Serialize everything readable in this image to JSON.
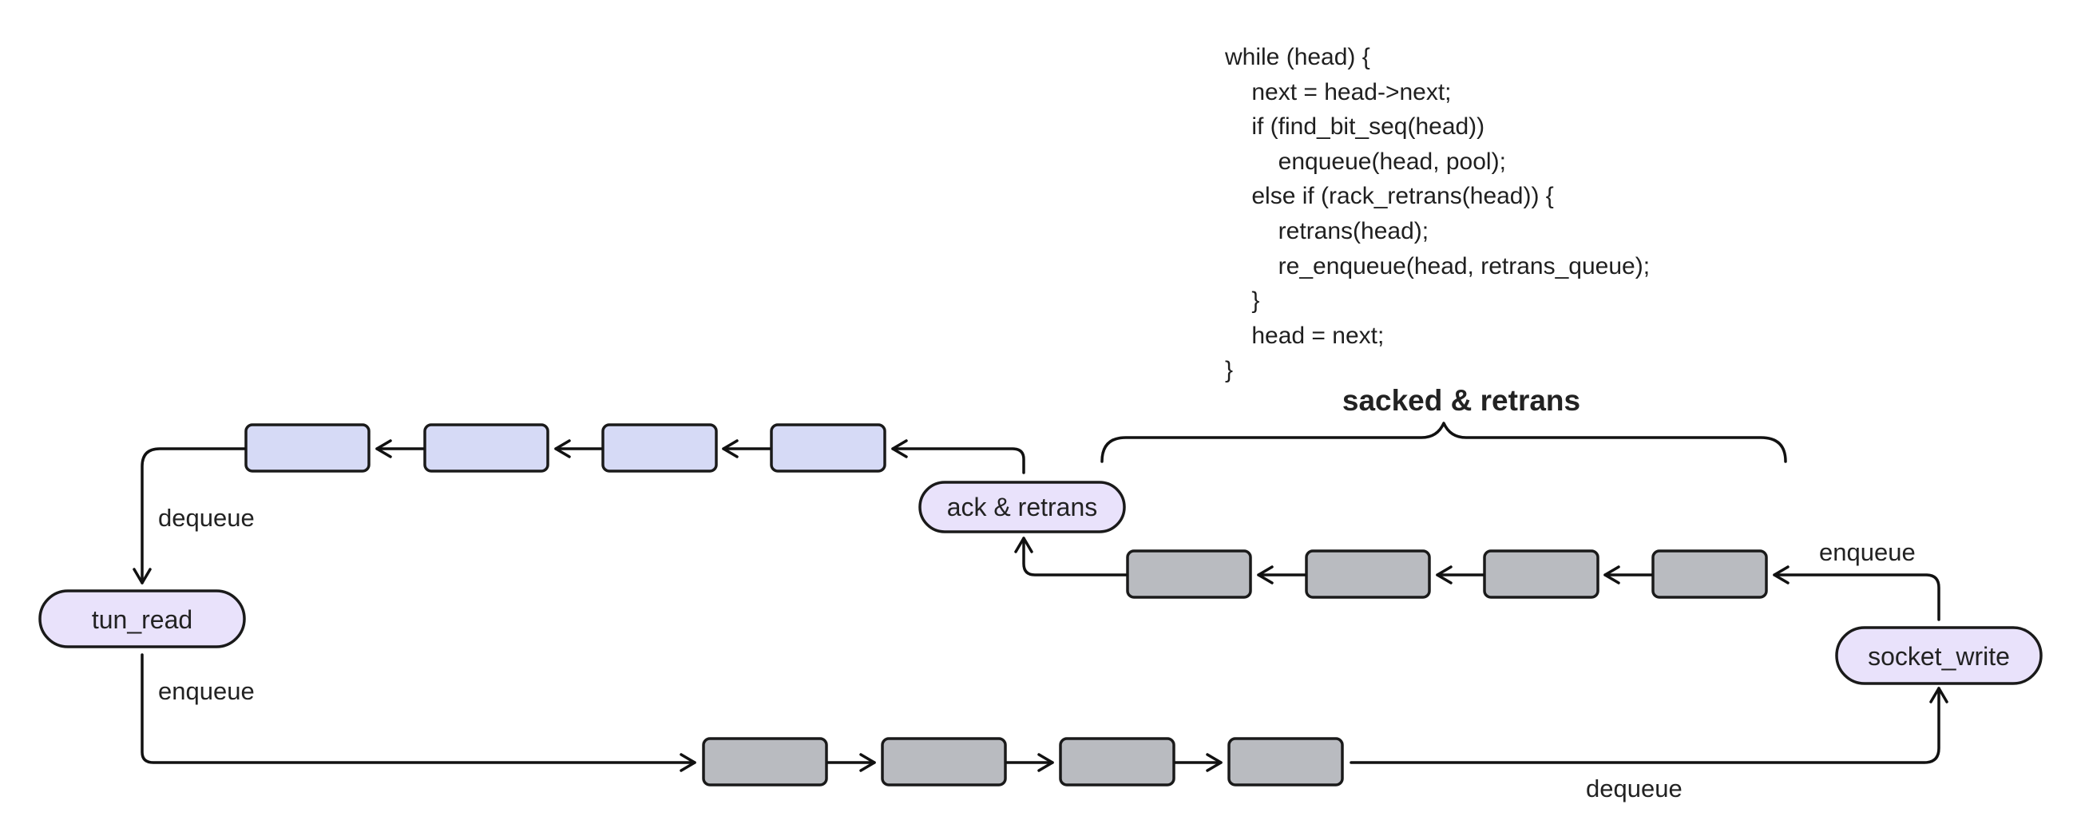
{
  "code": {
    "lines": [
      "while (head) {",
      "    next = head->next;",
      "    if (find_bit_seq(head))",
      "        enqueue(head, pool);",
      "    else if (rack_retrans(head)) {",
      "        retrans(head);",
      "        re_enqueue(head, retrans_queue);",
      "    }",
      "    head = next;",
      "}"
    ]
  },
  "brace_label": "sacked & retrans",
  "nodes": {
    "tun_read": "tun_read",
    "ack_retrans": "ack & retrans",
    "socket_write": "socket_write"
  },
  "edge_labels": {
    "dequeue_left": "dequeue",
    "enqueue_left": "enqueue",
    "enqueue_right": "enqueue",
    "dequeue_bottom": "dequeue"
  },
  "queues": {
    "top_queue": {
      "block_count": 4,
      "color": "#d6daf6"
    },
    "retrans_queue": {
      "block_count": 4,
      "color": "#b9bbc0"
    },
    "bottom_queue": {
      "block_count": 4,
      "color": "#b9bbc0"
    }
  },
  "colors": {
    "node_fill": "#e9e2fb",
    "stroke": "#1a1a1a"
  }
}
